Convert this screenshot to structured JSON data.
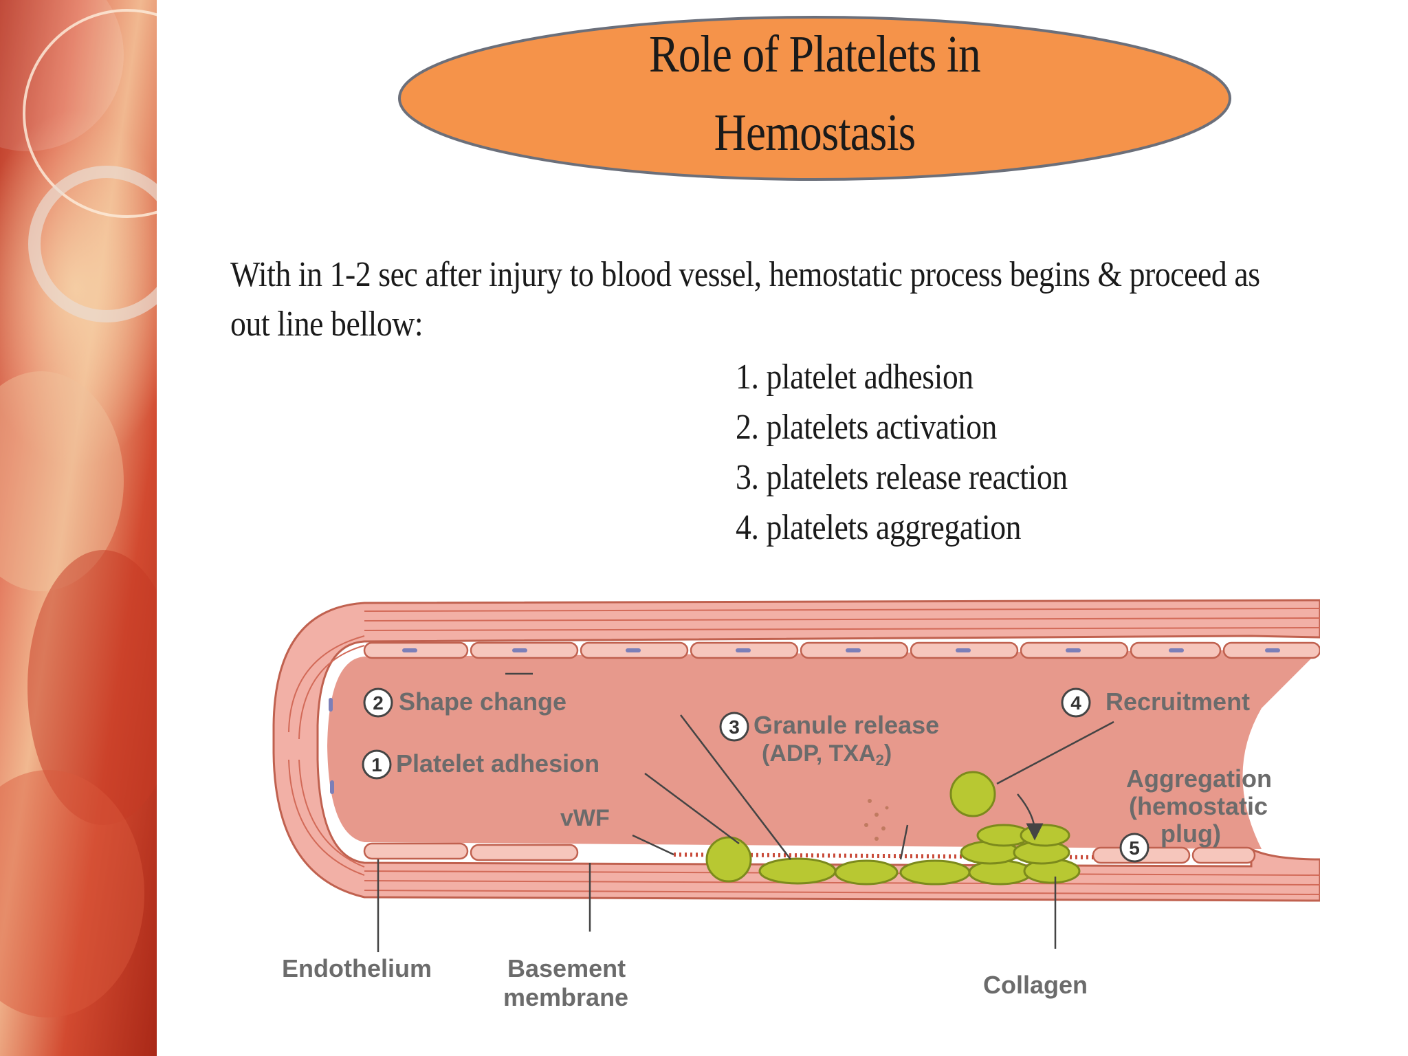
{
  "title": {
    "line1": "Role of Platelets in",
    "line2": "Hemostasis"
  },
  "intro": {
    "line1": "With in 1-2 sec after injury to blood vessel, hemostatic process begins & proceed as",
    "line2": "out line bellow:"
  },
  "steps": [
    "1. platelet adhesion",
    "2. platelets activation",
    "3. platelets release reaction",
    "4. platelets aggregation"
  ],
  "diagram": {
    "labels": {
      "shape_change": "Shape change",
      "platelet_adhesion": "Platelet adhesion",
      "granule_release_1": "Granule release",
      "granule_release_2_pre": "(ADP, TXA",
      "granule_release_2_sub": "2",
      "granule_release_2_post": ")",
      "recruitment": "Recruitment",
      "aggregation_1": "Aggregation",
      "aggregation_2": "(hemostatic",
      "aggregation_3": "plug)",
      "vwf": "vWF",
      "endothelium": "Endothelium",
      "basement_1": "Basement",
      "basement_2": "membrane",
      "collagen": "Collagen"
    },
    "markers": [
      "1",
      "2",
      "3",
      "4",
      "5"
    ]
  },
  "colors": {
    "title_fill": "#f5934a",
    "vessel_wall": "#f2b0a6",
    "lumen": "#e7998c",
    "platelet": "#b8c832",
    "label_text": "#6b6b6b"
  }
}
